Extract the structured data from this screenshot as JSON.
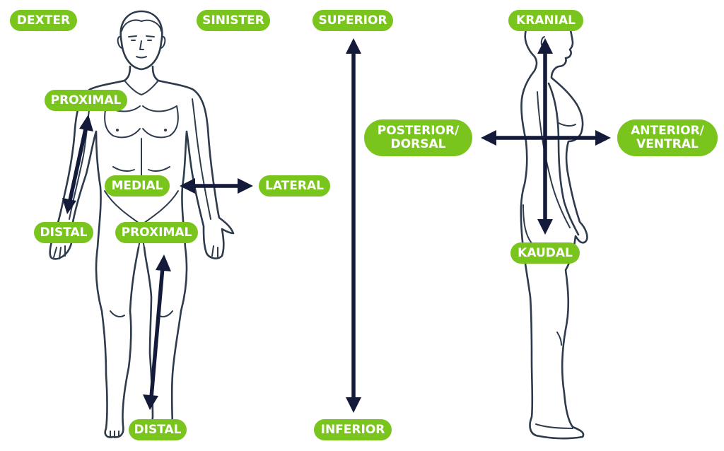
{
  "labels": {
    "dexter": "DEXTER",
    "sinister": "SINISTER",
    "superior": "SUPERIOR",
    "inferior": "INFERIOR",
    "kranial": "KRANIAL",
    "kaudal": "KAUDAL",
    "posterior_dorsal": "POSTERIOR/\nDORSAL",
    "anterior_ventral": "ANTERIOR/\nVENTRAL",
    "proximal_arm": "PROXIMAL",
    "distal_arm": "DISTAL",
    "medial": "MEDIAL",
    "lateral": "LATERAL",
    "proximal_leg": "PROXIMAL",
    "distal_leg": "DISTAL"
  },
  "colors": {
    "label_background": "#7ac51d",
    "label_text": "#ffffff",
    "arrow": "#141a3a",
    "outline": "#2d3b4c"
  }
}
